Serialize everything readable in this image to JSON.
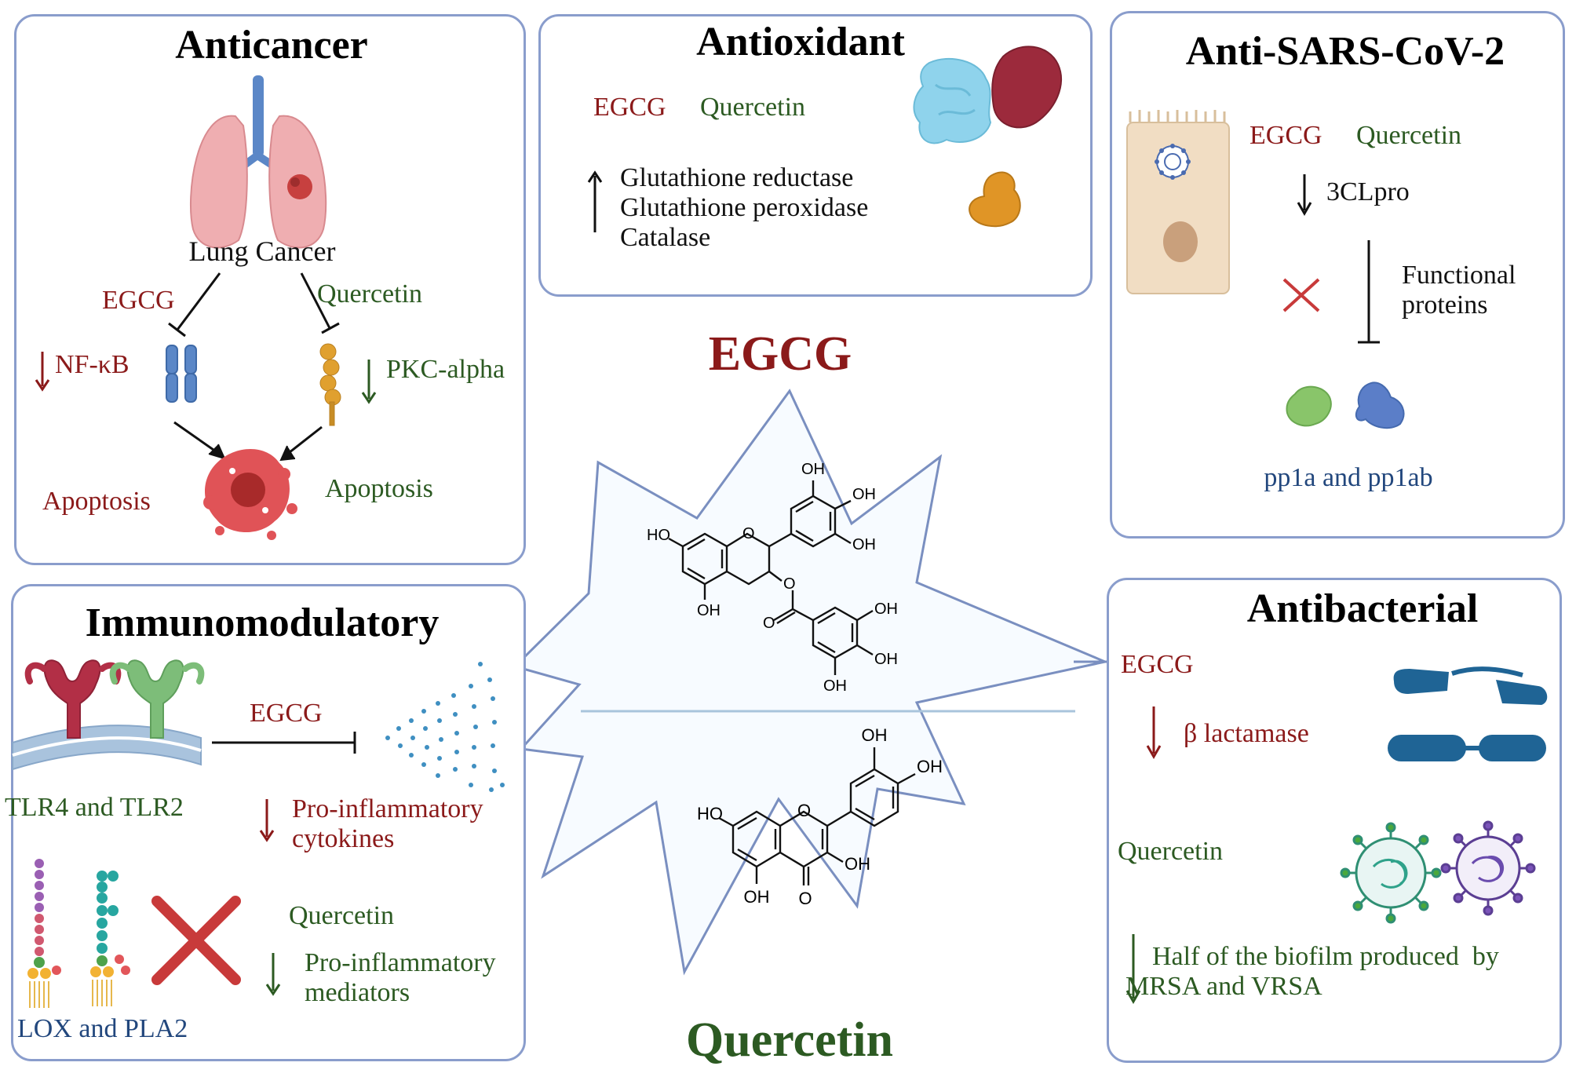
{
  "colors": {
    "egcg": "#8b1a1a",
    "quercetin": "#2c5a22",
    "text": "#111111",
    "label_blue": "#22477d",
    "panel_border": "#8a9dcc"
  },
  "center": {
    "egcg_title": "EGCG",
    "quercetin_title": "Quercetin"
  },
  "anticancer": {
    "title": "Anticancer",
    "lung_label": "Lung Cancer",
    "egcg": "EGCG",
    "quercetin": "Quercetin",
    "nfkb": "NF-κB",
    "pkc": "PKC-alpha",
    "apoptosis_egcg": "Apoptosis",
    "apoptosis_quercetin": "Apoptosis"
  },
  "antioxidant": {
    "title": "Antioxidant",
    "egcg": "EGCG",
    "quercetin": "Quercetin",
    "items": [
      "Glutathione reductase",
      "Glutathione peroxidase",
      "Catalase"
    ]
  },
  "sars": {
    "title": "Anti-SARS-CoV-2",
    "egcg": "EGCG",
    "quercetin": "Quercetin",
    "protease": "3CLpro",
    "functional_line1": "Functional",
    "functional_line2": "proteins",
    "polyproteins": "pp1a and pp1ab"
  },
  "immuno": {
    "title": "Immunomodulatory",
    "egcg": "EGCG",
    "receptors": "TLR4 and TLR2",
    "cytokines_line1": "Pro-inflammatory",
    "cytokines_line2": "cytokines",
    "quercetin": "Quercetin",
    "mediators_line1": "Pro-inflammatory",
    "mediators_line2": "mediators",
    "enzymes": "LOX and PLA2"
  },
  "antibacterial": {
    "title": "Antibacterial",
    "egcg": "EGCG",
    "lactamase": "β lactamase",
    "quercetin": "Quercetin",
    "biofilm_line1": "Half of the biofilm produced  by",
    "biofilm_line2": "MRSA and VRSA"
  },
  "molecules": {
    "egcg_labels": [
      "OH",
      "OH",
      "OH",
      "HO",
      "O",
      "O",
      "OH",
      "O",
      "OH",
      "OH",
      "OH"
    ],
    "quercetin_labels": [
      "OH",
      "OH",
      "HO",
      "O",
      "OH",
      "OH",
      "O"
    ]
  },
  "icons": [
    "lung-icon",
    "tumor-cell-icon",
    "receptor-protein-icon",
    "kinase-protein-icon",
    "enzyme-blob-icon",
    "epithelial-cell-icon",
    "virus-icon",
    "cross-icon",
    "toll-like-receptor-icon",
    "membrane-icon",
    "cytokine-particles-icon",
    "lipid-protein-icon",
    "bacteria-icon"
  ]
}
